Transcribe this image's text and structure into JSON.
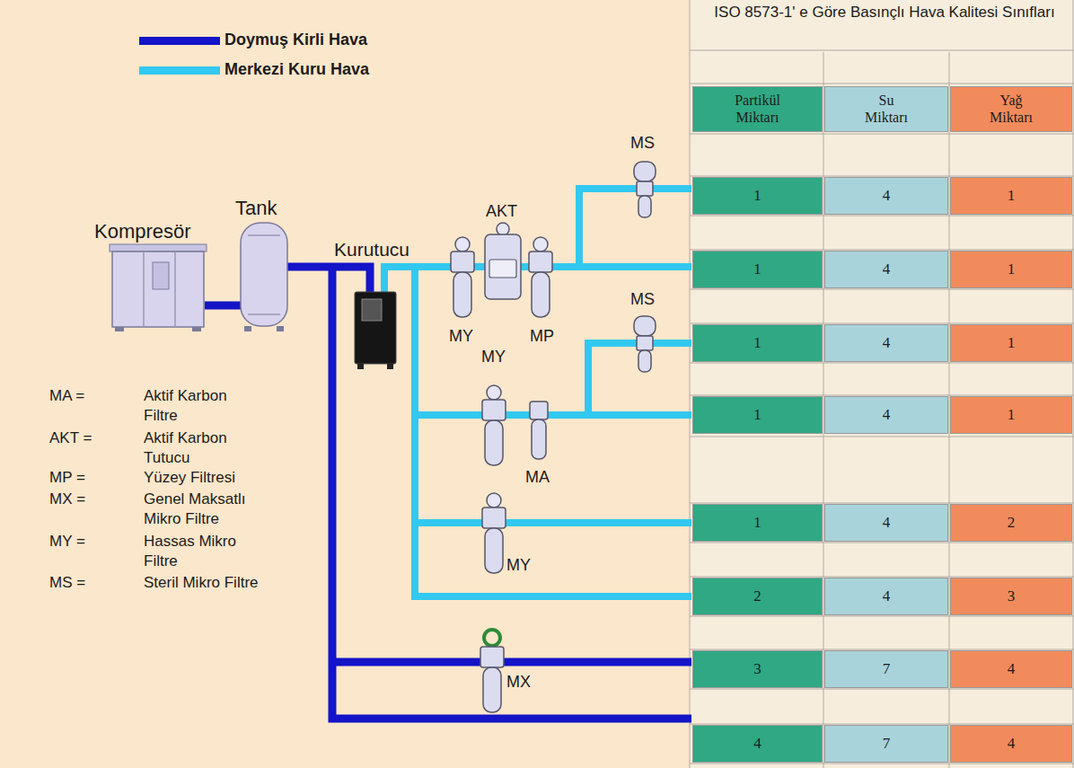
{
  "diagram": {
    "labels": [
      "Kompresör",
      "Tank",
      "Kurutucu",
      "AKT",
      "MY",
      "MP",
      "MS",
      "MS",
      "MY",
      "MA",
      "MY",
      "MX",
      "MA =",
      "Aktif Karbon Filtre",
      "AKT =",
      "Aktif Karbon Tutucu",
      "MP =",
      "Yüzey Filtresi",
      "MX =",
      "Genel Maksatlı Mikro Filtre",
      "MY =",
      "Hassas Mikro Filtre",
      "MS =",
      "Steril Mikro Filtre",
      "ISO 8573-1' e Göre Basınçlı Hava Kalitesi Sınıfları",
      "Partikül Miktarı",
      "Su Miktarı",
      "Yağ Miktarı",
      "1",
      "4",
      "1",
      "1",
      "4",
      "1",
      "1",
      "4",
      "1",
      "1",
      "4",
      "1",
      "1",
      "4",
      "2",
      "2",
      "4",
      "3",
      "3",
      "7",
      "4",
      "4",
      "7",
      "4"
    ],
    "legend": [
      {
        "text": "Doymuş Kirli Hava",
        "color": "#1414c8"
      },
      {
        "text": "Merkezi Kuru Hava",
        "color": "#33c8f0"
      }
    ]
  }
}
